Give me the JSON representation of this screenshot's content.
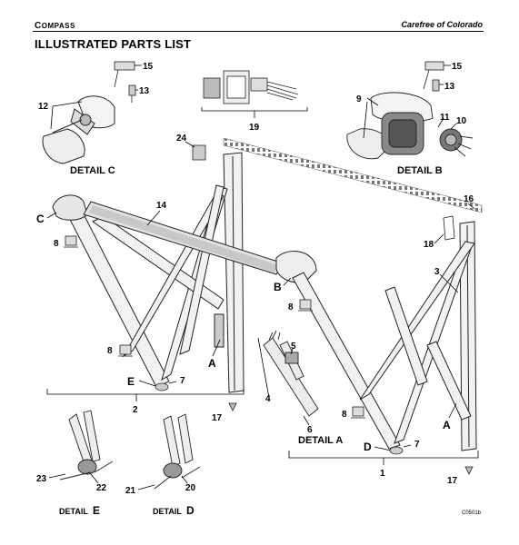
{
  "header": {
    "left_big": "C",
    "left_small": "OMPASS",
    "right": "Carefree of Colorado",
    "title": "ILLUSTRATED PARTS LIST"
  },
  "details": {
    "c": "DETAIL C",
    "b": "DETAIL B",
    "a": "DETAIL A",
    "e": "DETAIL E",
    "d": "DETAIL D"
  },
  "letters": {
    "c": "C",
    "b": "B",
    "e": "E",
    "d": "D",
    "a_left": "A",
    "a_right": "A"
  },
  "callouts": {
    "n1": "1",
    "n2": "2",
    "n3": "3",
    "n4": "4",
    "n5": "5",
    "n6": "6",
    "n7_left": "7",
    "n7_right": "7",
    "n8_a": "8",
    "n8_b": "8",
    "n8_c": "8",
    "n8_d": "8",
    "n9": "9",
    "n10": "10",
    "n11": "11",
    "n12": "12",
    "n13_left": "13",
    "n13_right": "13",
    "n14": "14",
    "n15_left": "15",
    "n15_right": "15",
    "n16": "16",
    "n17_left": "17",
    "n17_right": "17",
    "n18": "18",
    "n19": "19",
    "n20": "20",
    "n21": "21",
    "n22": "22",
    "n23": "23",
    "n24": "24"
  },
  "drawing_code": "C0501b"
}
